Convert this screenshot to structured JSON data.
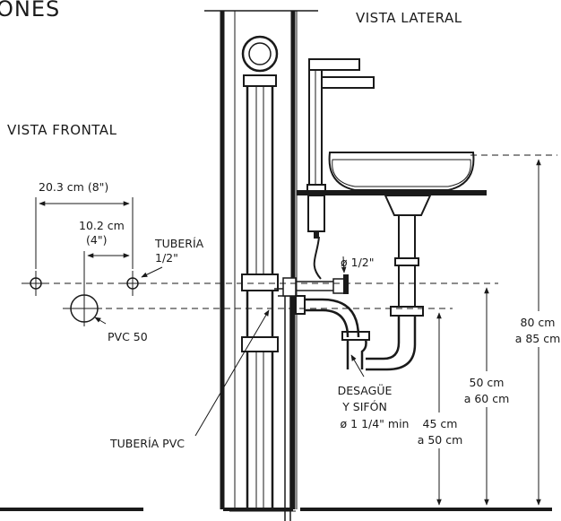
{
  "heading": "ONES",
  "views": {
    "side": "VISTA LATERAL",
    "front": "VISTA FRONTAL"
  },
  "front_dims": {
    "spacing_outer": "20.3 cm (8\")",
    "spacing_inner_1": "10.2 cm",
    "spacing_inner_2": "(4\")",
    "pipe_1": "TUBERÍA",
    "pipe_2": "1/2\"",
    "pvc": "PVC 50",
    "pvc_pipe": "TUBERÍA PVC"
  },
  "side_dims": {
    "valve": "ø 1/2\"",
    "drain_1": "DESAGÜE",
    "drain_2": "Y SIFÓN",
    "drain_3": "ø 1 1/4\" min",
    "h80_1": "80 cm",
    "h80_2": "a 85 cm",
    "h50_1": "50 cm",
    "h50_2": "a 60 cm",
    "h45_1": "45 cm",
    "h45_2": "a 50 cm"
  }
}
